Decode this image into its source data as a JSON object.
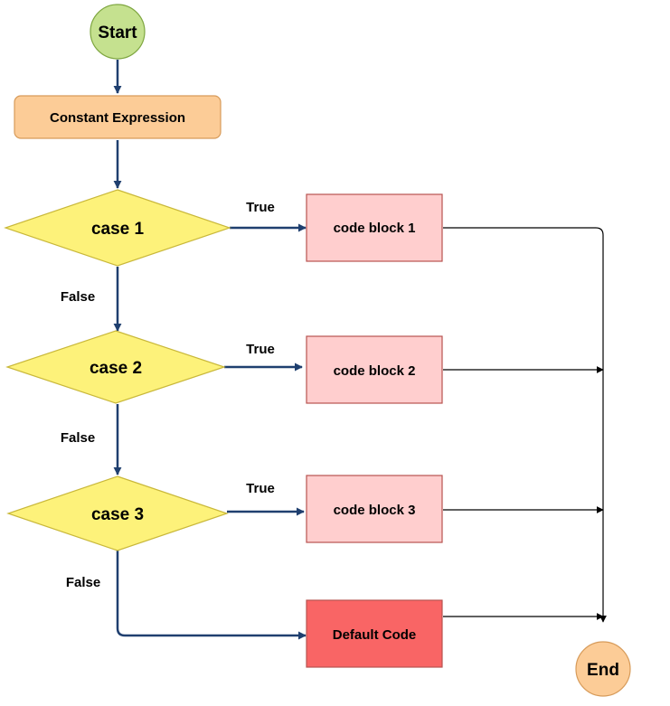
{
  "nodes": {
    "start": "Start",
    "constant_expression": "Constant Expression",
    "case1": "case 1",
    "case2": "case 2",
    "case3": "case 3",
    "code_block_1": "code block 1",
    "code_block_2": "code block 2",
    "code_block_3": "code block 3",
    "default_code": "Default Code",
    "end": "End"
  },
  "edge_labels": {
    "true1": "True",
    "true2": "True",
    "true3": "True",
    "false1": "False",
    "false2": "False",
    "false3": "False"
  },
  "colors": {
    "start_fill": "#c5e18f",
    "start_stroke": "#7ea640",
    "expression_fill": "#fccc97",
    "expression_stroke": "#d79b5a",
    "decision_fill": "#fdf27a",
    "decision_stroke": "#c9b83a",
    "code_block_fill": "#ffcece",
    "code_block_stroke": "#b85450",
    "default_fill": "#f96565",
    "default_stroke": "#b85450",
    "end_fill": "#fccc97",
    "end_stroke": "#d79b5a",
    "flow_arrow": "#1f3f6f",
    "merge_arrow": "#000000"
  }
}
